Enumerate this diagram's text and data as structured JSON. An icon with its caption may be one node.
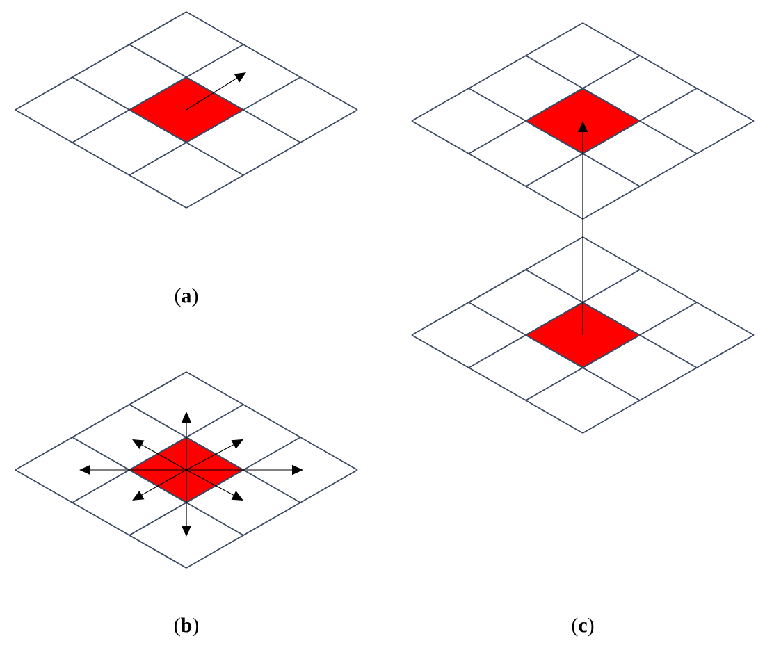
{
  "diagram": {
    "nodes": [
      {
        "text": [],
        "shape": "diamond"
      },
      {
        "text": [],
        "shape": "diamond"
      },
      {
        "text": [],
        "shape": "diamond"
      },
      {
        "text": [],
        "shape": "diamond"
      }
    ],
    "edges": [
      {
        "from": 0,
        "to": null,
        "arrow": "to"
      },
      {
        "from": 1,
        "to": null,
        "arrow": "to"
      },
      {
        "from": 1,
        "to": null,
        "arrow": "to"
      },
      {
        "from": 1,
        "to": null,
        "arrow": "to"
      },
      {
        "from": 1,
        "to": null,
        "arrow": "to"
      },
      {
        "from": 1,
        "to": null,
        "arrow": "to"
      },
      {
        "from": 1,
        "to": null,
        "arrow": "to"
      },
      {
        "from": 1,
        "to": null,
        "arrow": "to"
      },
      {
        "from": 1,
        "to": null,
        "arrow": "to"
      },
      {
        "from": 3,
        "to": 2,
        "arrow": "to"
      }
    ],
    "labels": [
      "(**a**)",
      "(**b**)",
      "(**c**)"
    ]
  }
}
